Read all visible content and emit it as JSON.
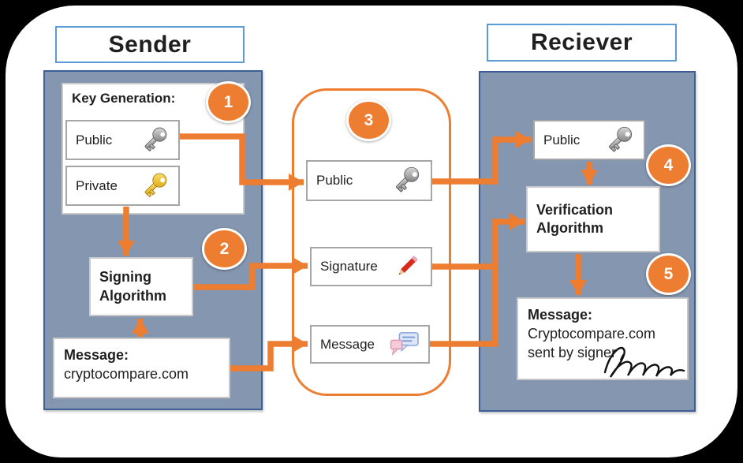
{
  "header": {
    "sender_title": "Sender",
    "receiver_title": "Reciever"
  },
  "steps": [
    "1",
    "2",
    "3",
    "4",
    "5"
  ],
  "sender": {
    "key_generation_title": "Key Generation:",
    "public_key_label": "Public",
    "private_key_label": "Private",
    "signing_algorithm_label": "Signing Algorithm",
    "message_title": "Message:",
    "message_value": "cryptocompare.com"
  },
  "transfer": {
    "public_key_label": "Public",
    "signature_label": "Signature",
    "message_label": "Message"
  },
  "receiver": {
    "public_key_label": "Public",
    "verification_algorithm_label": "Verification Algorithm",
    "message_title": "Message:",
    "message_line1": "Cryptocompare.com",
    "message_line2": "sent by signer"
  },
  "icons": {
    "public_key": "gray-key-icon",
    "private_key": "gold-key-icon",
    "signature": "red-pencil-icon",
    "message": "chat-bubbles-icon",
    "signed_message": "handwritten-signature"
  },
  "colors": {
    "accent_orange": "#ED7D31",
    "panel_fill": "#8496B0",
    "panel_border": "#3E5F94",
    "title_border": "#5B9BD5",
    "box_border": "#A6A6A6"
  }
}
